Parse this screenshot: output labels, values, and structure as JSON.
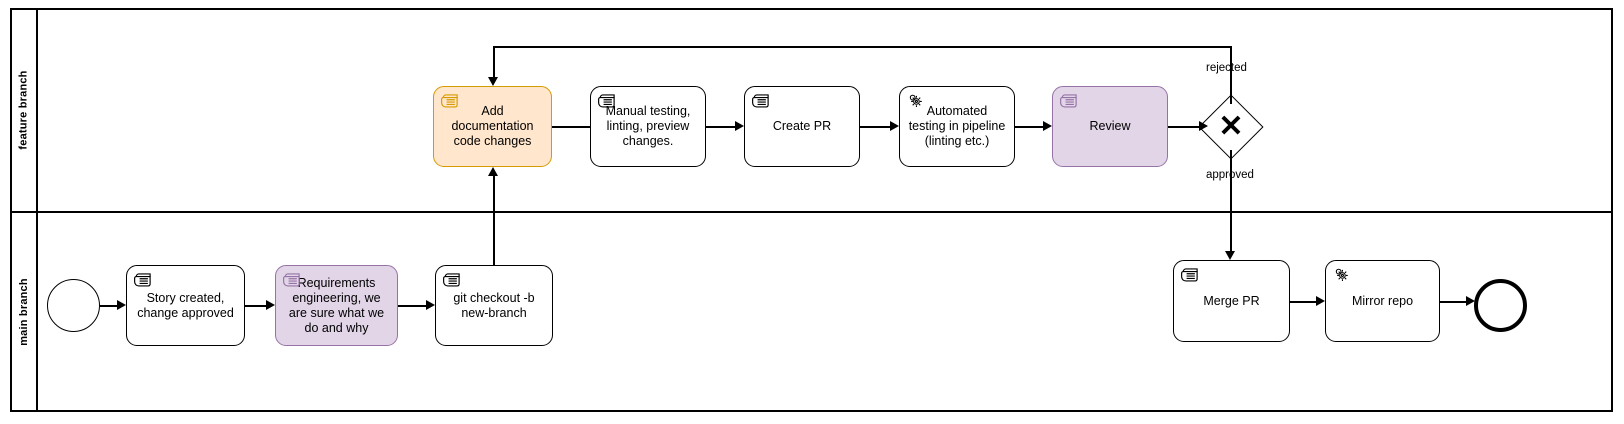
{
  "diagram": {
    "type": "bpmn-process",
    "pool": {
      "lanes": [
        {
          "id": "feature",
          "label": "feature branch"
        },
        {
          "id": "main",
          "label": "main branch"
        }
      ]
    },
    "events": [
      {
        "id": "start",
        "kind": "start-event",
        "lane": "main",
        "name": ""
      },
      {
        "id": "end",
        "kind": "end-event",
        "lane": "main",
        "name": ""
      }
    ],
    "tasks": [
      {
        "id": "story",
        "label": "Story created, change approved",
        "icon": "manual-task-icon",
        "lane": "main",
        "fill": "#ffffff",
        "stroke": "#000000"
      },
      {
        "id": "reqeng",
        "label": "Requirements engineering, we are sure what we do and why",
        "icon": "manual-task-icon",
        "lane": "main",
        "fill": "#e1d5e7",
        "stroke": "#9673a6"
      },
      {
        "id": "checkout",
        "label": "git checkout -b new-branch",
        "icon": "manual-task-icon",
        "lane": "main",
        "fill": "#ffffff",
        "stroke": "#000000"
      },
      {
        "id": "adddocs",
        "label": "Add documentation code changes",
        "icon": "manual-task-icon",
        "lane": "feature",
        "fill": "#ffe6cc",
        "stroke": "#d79b00"
      },
      {
        "id": "manualtest",
        "label": "Manual testing, linting, preview changes.",
        "icon": "manual-task-icon",
        "lane": "feature",
        "fill": "#ffffff",
        "stroke": "#000000"
      },
      {
        "id": "createpr",
        "label": "Create PR",
        "icon": "manual-task-icon",
        "lane": "feature",
        "fill": "#ffffff",
        "stroke": "#000000"
      },
      {
        "id": "autotest",
        "label": "Automated testing in pipeline (linting etc.)",
        "icon": "service-task-icon",
        "lane": "feature",
        "fill": "#ffffff",
        "stroke": "#000000"
      },
      {
        "id": "review",
        "label": "Review",
        "icon": "manual-task-icon",
        "lane": "feature",
        "fill": "#e1d5e7",
        "stroke": "#9673a6"
      },
      {
        "id": "mergepr",
        "label": "Merge PR",
        "icon": "manual-task-icon",
        "lane": "main",
        "fill": "#ffffff",
        "stroke": "#000000"
      },
      {
        "id": "mirrorrepo",
        "label": "Mirror repo",
        "icon": "service-task-icon",
        "lane": "main",
        "fill": "#ffffff",
        "stroke": "#000000"
      }
    ],
    "gateways": [
      {
        "id": "decision",
        "kind": "exclusive-gateway",
        "symbol": "✕",
        "lane": "feature",
        "label": ""
      }
    ],
    "edge_labels": {
      "rejected": "rejected",
      "approved": "approved"
    },
    "flows": [
      {
        "from": "start",
        "to": "story",
        "label": ""
      },
      {
        "from": "story",
        "to": "reqeng",
        "label": ""
      },
      {
        "from": "reqeng",
        "to": "checkout",
        "label": ""
      },
      {
        "from": "checkout",
        "to": "adddocs",
        "label": ""
      },
      {
        "from": "adddocs",
        "to": "manualtest",
        "label": ""
      },
      {
        "from": "manualtest",
        "to": "createpr",
        "label": ""
      },
      {
        "from": "createpr",
        "to": "autotest",
        "label": ""
      },
      {
        "from": "autotest",
        "to": "review",
        "label": ""
      },
      {
        "from": "review",
        "to": "decision",
        "label": ""
      },
      {
        "from": "decision",
        "to": "adddocs",
        "label": "rejected"
      },
      {
        "from": "decision",
        "to": "mergepr",
        "label": "approved"
      },
      {
        "from": "mergepr",
        "to": "mirrorrepo",
        "label": ""
      },
      {
        "from": "mirrorrepo",
        "to": "end",
        "label": ""
      }
    ],
    "colors": {
      "orange_fill": "#ffe6cc",
      "orange_stroke": "#d79b00",
      "purple_fill": "#e1d5e7",
      "purple_stroke": "#9673a6",
      "line": "#000000",
      "background": "#ffffff"
    }
  }
}
